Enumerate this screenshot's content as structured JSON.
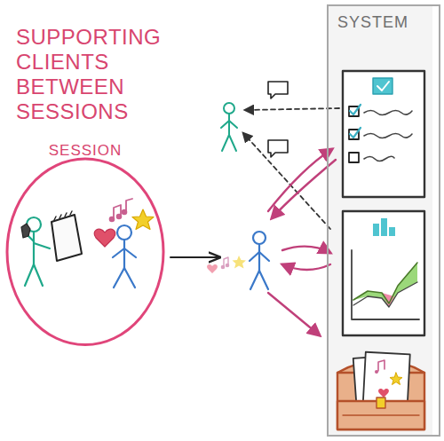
{
  "diagram": {
    "title": "SUPPORTING CLIENTS BETWEEN SESSIONS",
    "nodes": [
      {
        "text": [
          "SESSION"
        ]
      },
      {
        "text": [
          "SYSTEM"
        ]
      }
    ]
  }
}
